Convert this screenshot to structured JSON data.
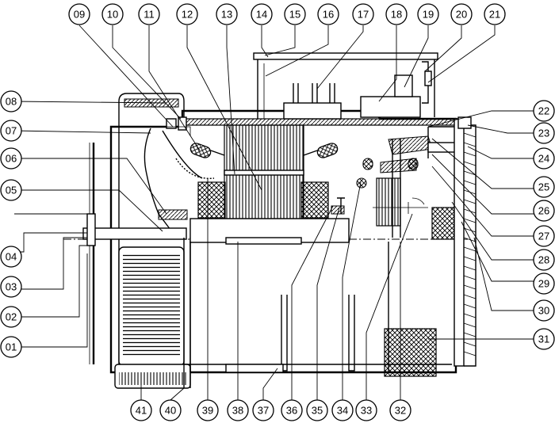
{
  "callouts": {
    "c01": "01",
    "c02": "02",
    "c03": "03",
    "c04": "04",
    "c05": "05",
    "c06": "06",
    "c07": "07",
    "c08": "08",
    "c09": "09",
    "c10": "10",
    "c11": "11",
    "c12": "12",
    "c13": "13",
    "c14": "14",
    "c15": "15",
    "c16": "16",
    "c17": "17",
    "c18": "18",
    "c19": "19",
    "c20": "20",
    "c21": "21",
    "c22": "22",
    "c23": "23",
    "c24": "24",
    "c25": "25",
    "c26": "26",
    "c27": "27",
    "c28": "28",
    "c29": "29",
    "c30": "30",
    "c31": "31",
    "c32": "32",
    "c33": "33",
    "c34": "34",
    "c35": "35",
    "c36": "36",
    "c37": "37",
    "c38": "38",
    "c39": "39",
    "c40": "40",
    "c41": "41"
  }
}
